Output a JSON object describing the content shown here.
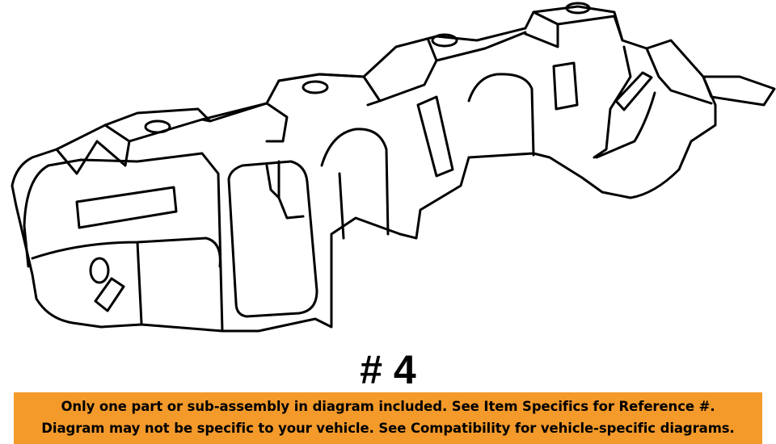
{
  "diagram": {
    "part_label": "# 4"
  },
  "notice": {
    "line1": "Only one part or sub-assembly in diagram included. See Item Specifics for Reference #.",
    "line2": "Diagram may not be specific to your vehicle. See Compatibility for vehicle-specific diagrams.",
    "background_color": "#f39a2b"
  }
}
